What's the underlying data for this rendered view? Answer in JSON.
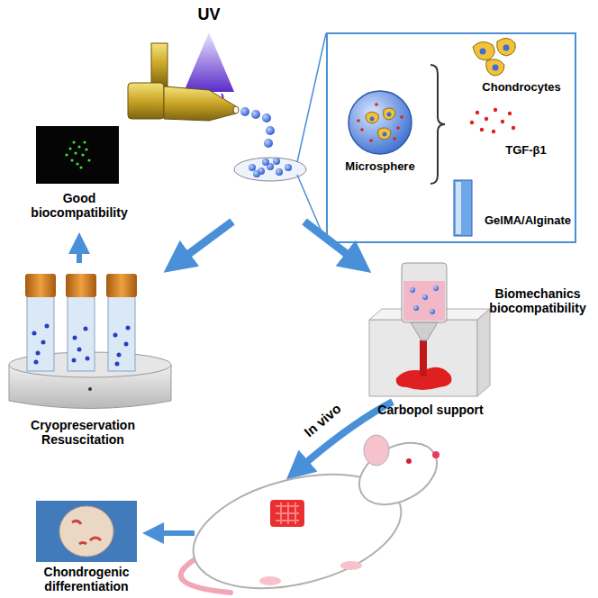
{
  "diagram": {
    "nodes": [
      {
        "text": [
          "Chondrocytes",
          "TGF-β1",
          "GelMA/Alginate"
        ]
      },
      {
        "text": [
          "Microsphere"
        ],
        "in": 0
      }
    ],
    "labels": [
      "UV",
      "Good biocompatibility",
      "Cryopreservation Resuscitation",
      "Biomechanics biocompatibility",
      "Carbopol support",
      "In vivo",
      "Chondrogenic differentiation"
    ]
  }
}
